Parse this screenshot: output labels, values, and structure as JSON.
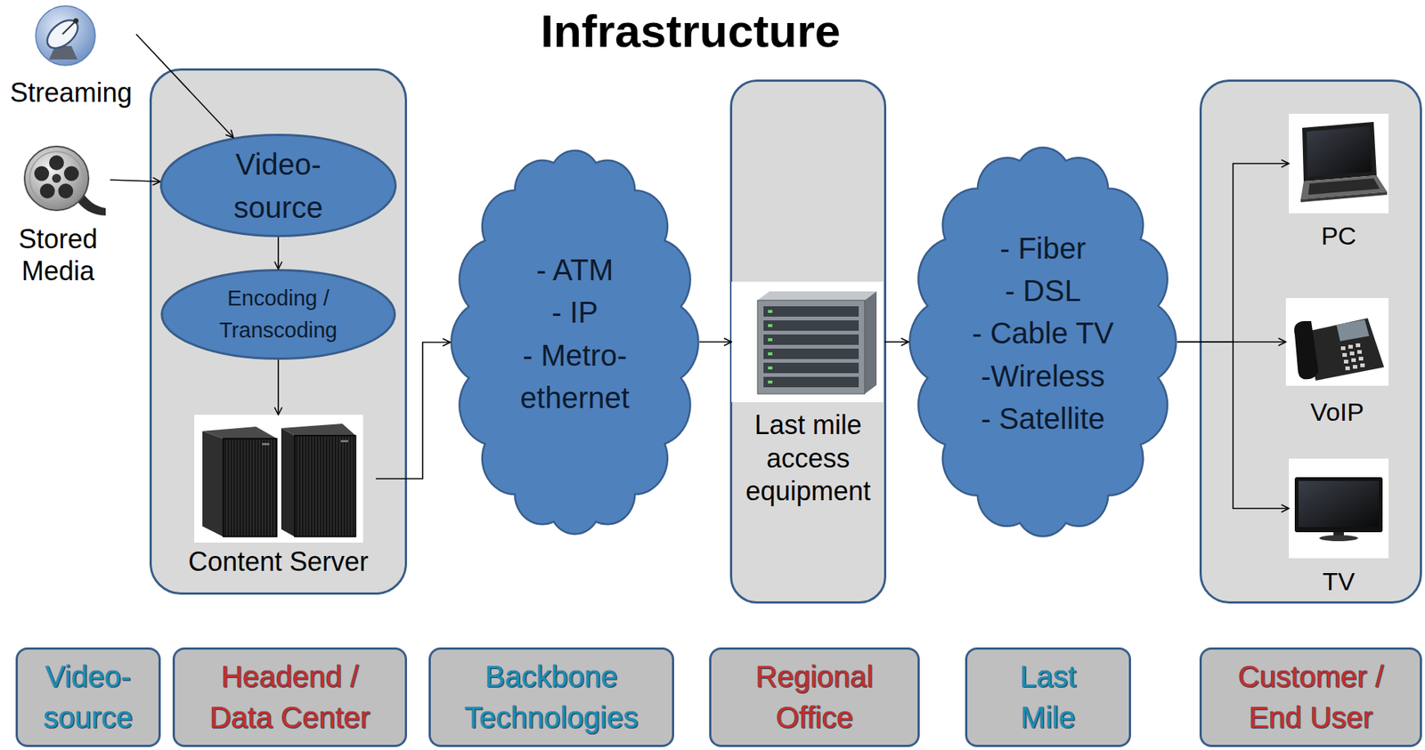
{
  "diagram": {
    "title": "Infrastructure",
    "nodes": [
      {
        "text": [
          "Streaming"
        ]
      },
      {
        "text": [
          "Stored Media"
        ]
      },
      {
        "text": []
      },
      {
        "text": [
          "Video-source"
        ],
        "in": 2
      },
      {
        "text": [
          "Encoding / Transcoding"
        ],
        "in": 2
      },
      {
        "text": [
          "Content Server"
        ],
        "in": 2
      },
      {
        "text": [
          "- ATM",
          "- IP",
          "- Metro-ethernet"
        ]
      },
      {
        "text": []
      },
      {
        "text": [
          "Last mile access equipment"
        ],
        "in": 7
      },
      {
        "text": [
          "- Fiber",
          "- DSL",
          "- Cable TV",
          "-Wireless",
          "- Satellite"
        ]
      },
      {
        "text": []
      },
      {
        "text": [
          "PC"
        ],
        "in": 10
      },
      {
        "text": [
          "VoIP"
        ],
        "in": 10
      },
      {
        "text": [
          "TV"
        ],
        "in": 10
      },
      {
        "text": [
          "Video-source"
        ]
      },
      {
        "text": [
          "Headend / Data Center"
        ]
      },
      {
        "text": [
          "Backbone Technologies"
        ]
      },
      {
        "text": [
          "Regional Office"
        ]
      },
      {
        "text": [
          "Last Mile"
        ]
      },
      {
        "text": [
          "Customer / End User"
        ]
      }
    ],
    "edges": [
      {
        "from": 0,
        "to": 3,
        "arrow": "to"
      },
      {
        "from": 1,
        "to": 3,
        "arrow": "to"
      },
      {
        "from": 3,
        "to": 4,
        "arrow": "to"
      },
      {
        "from": 4,
        "to": 5,
        "arrow": "to"
      },
      {
        "from": 5,
        "to": 6,
        "arrow": "to"
      },
      {
        "from": 6,
        "to": 8,
        "arrow": "to"
      },
      {
        "from": 8,
        "to": 9,
        "arrow": "to"
      },
      {
        "from": 9,
        "to": 11,
        "arrow": "to"
      },
      {
        "from": 9,
        "to": 12,
        "arrow": "to"
      },
      {
        "from": 9,
        "to": 13,
        "arrow": "to"
      }
    ]
  }
}
